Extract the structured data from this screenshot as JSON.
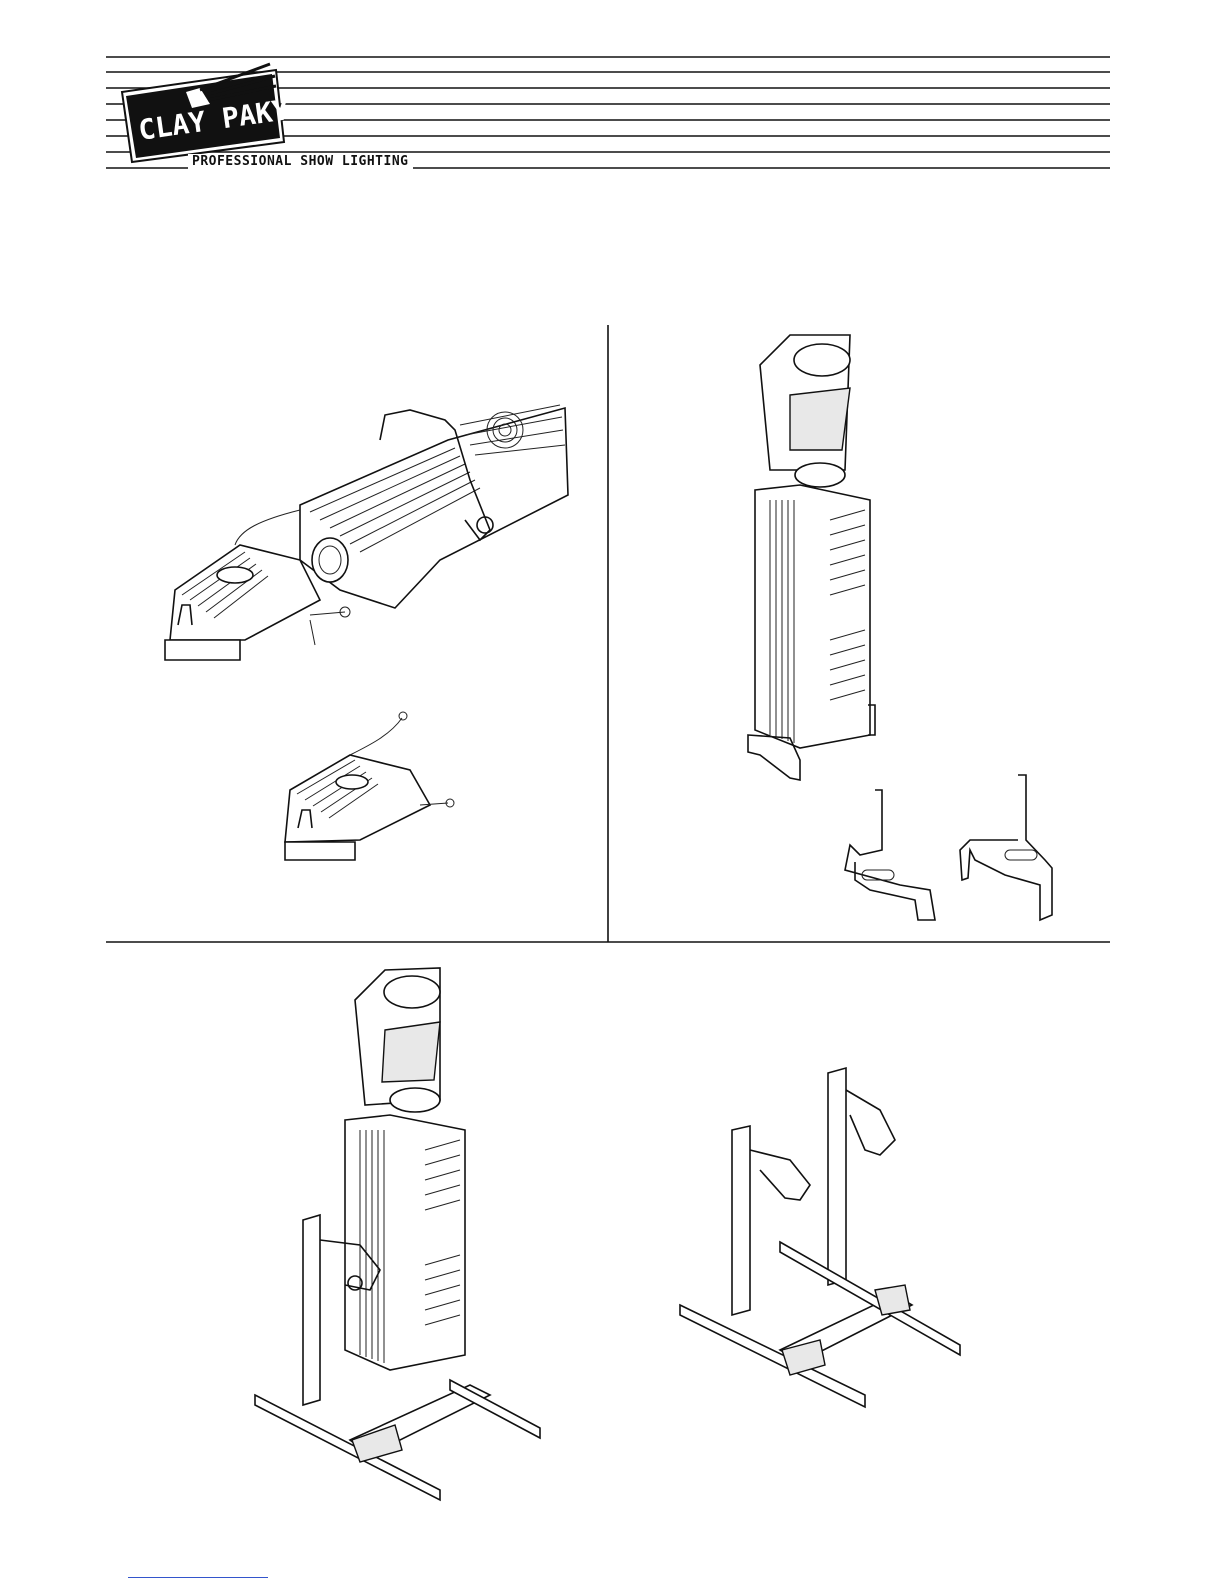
{
  "header": {
    "logo_text": "CLAY PAKY",
    "tagline": "PROFESSIONAL SHOW LIGHTING"
  },
  "figures": [
    {
      "name": "projector-with-lamp-housing-detached"
    },
    {
      "name": "lamp-housing"
    },
    {
      "name": "projector-vertical-with-bracket"
    },
    {
      "name": "mounting-brackets"
    },
    {
      "name": "projector-on-floor-stand"
    },
    {
      "name": "floor-stand"
    }
  ]
}
